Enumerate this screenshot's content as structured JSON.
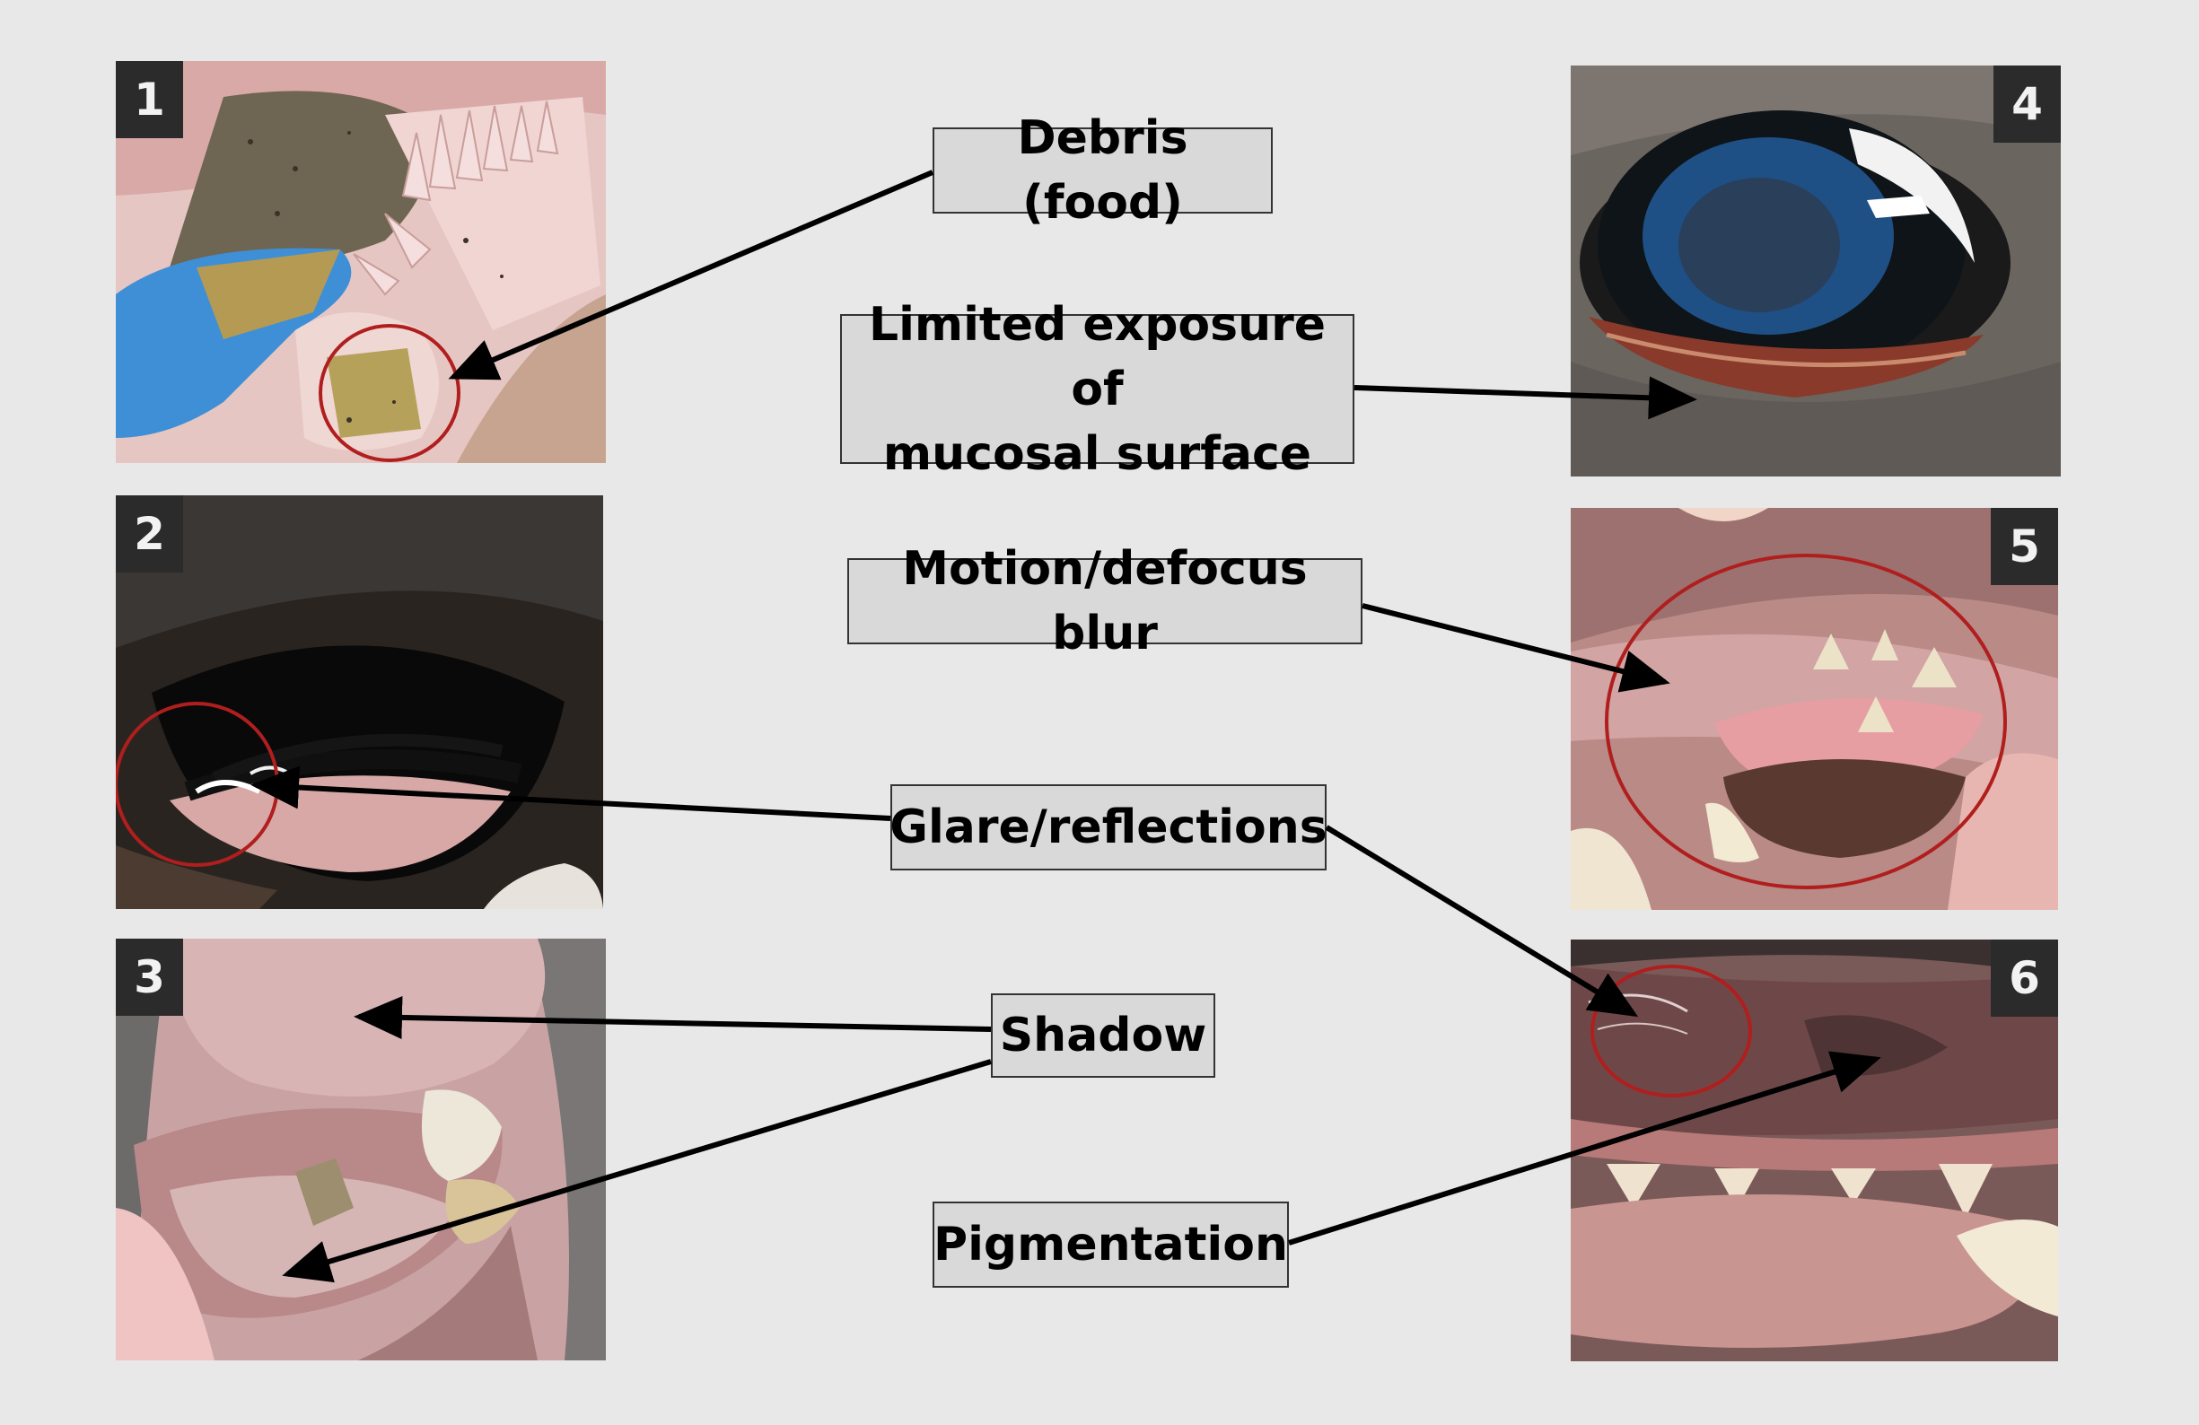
{
  "panels": [
    {
      "number": "1",
      "subject": "oral-mucosa-with-food-debris"
    },
    {
      "number": "2",
      "subject": "eye-conjunctiva-with-glare"
    },
    {
      "number": "3",
      "subject": "open-mouth-with-shadow"
    },
    {
      "number": "4",
      "subject": "eye-limited-mucosal-exposure"
    },
    {
      "number": "5",
      "subject": "gingiva-motion-blur"
    },
    {
      "number": "6",
      "subject": "gingiva-pigmentation-glare"
    }
  ],
  "labels": {
    "debris": "Debris (food)",
    "limited_line1": "Limited exposure of",
    "limited_line2": "mucosal surface",
    "motion": "Motion/defocus blur",
    "glare": "Glare/reflections",
    "shadow": "Shadow",
    "pigmentation": "Pigmentation"
  },
  "colors": {
    "background": "#e8e8e8",
    "label_fill": "#d9d9d9",
    "badge_fill": "#2b2b2b",
    "highlight_circle": "#b01e1e",
    "arrow": "#000000"
  }
}
